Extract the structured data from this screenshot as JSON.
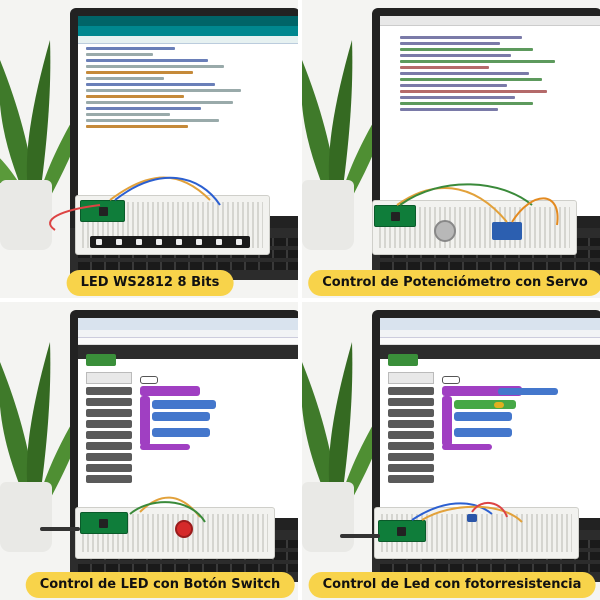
{
  "panels": [
    {
      "caption": "LED WS2812 8 Bits"
    },
    {
      "caption": "Control de Potenciómetro con Servo"
    },
    {
      "caption": "Control de LED con Botón Switch"
    },
    {
      "caption": "Control de Led con fotorresistencia"
    }
  ],
  "colors": {
    "caption_bg": "#f8d34a",
    "caption_text": "#111111",
    "pico_green": "#0f7d3a",
    "arduino_teal": "#006468",
    "block_purple": "#a03fc2"
  },
  "icons": [
    "plant-illustration",
    "laptop-illustration",
    "breadboard-illustration",
    "pico-board-illustration"
  ]
}
